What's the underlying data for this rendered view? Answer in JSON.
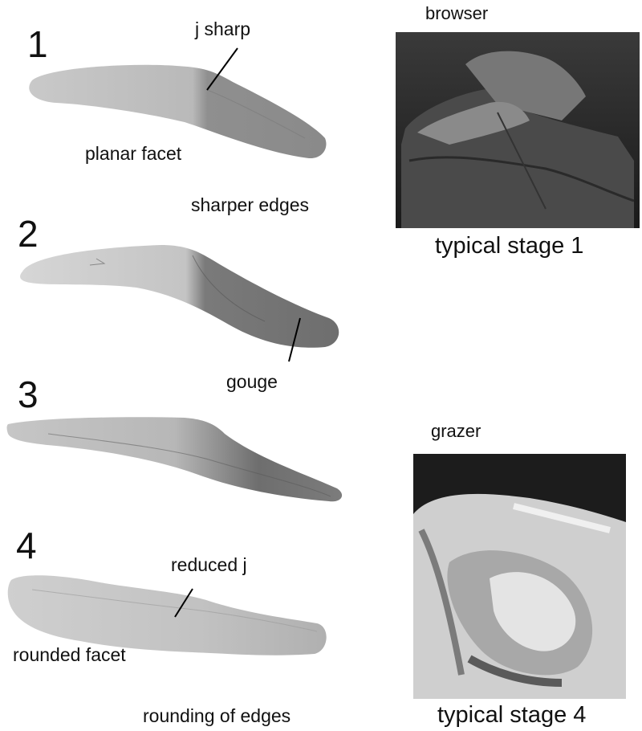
{
  "stages": [
    {
      "number": "1",
      "labels": [
        "j sharp",
        "planar facet"
      ]
    },
    {
      "number": "2",
      "labels": [
        "gouge"
      ]
    },
    {
      "number": "3",
      "labels": []
    },
    {
      "number": "4",
      "labels": [
        "reduced j",
        "rounded facet"
      ]
    }
  ],
  "annotations": {
    "sharper_edges": "sharper edges",
    "rounding_of_edges": "rounding of edges"
  },
  "photos": {
    "browser": {
      "caption_top": "browser",
      "caption_bottom": "typical stage 1"
    },
    "grazer": {
      "caption_top": "grazer",
      "caption_bottom": "typical stage 4"
    }
  }
}
